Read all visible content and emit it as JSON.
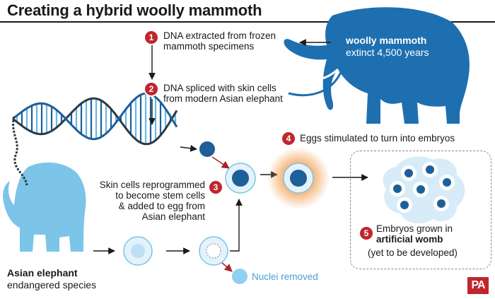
{
  "title": "Creating a hybrid woolly mammoth",
  "steps": {
    "s1": {
      "num": "1",
      "line1": "DNA extracted from frozen",
      "line2": "mammoth specimens"
    },
    "s2": {
      "num": "2",
      "line1": "DNA spliced with skin cells",
      "line2": "from modern Asian elephant"
    },
    "s3": {
      "num": "3",
      "line1": "Skin cells reprogrammed",
      "line2": "to become stem cells",
      "line3": "& added to egg from",
      "line4": "Asian elephant"
    },
    "s4": {
      "num": "4",
      "line1": "Eggs stimulated to turn into embryos"
    },
    "s5": {
      "num": "5",
      "line1": "Embryos grown in",
      "line2": "artificial womb",
      "line3": "(yet to be developed)"
    }
  },
  "mammoth": {
    "name": "woolly mammoth",
    "note": "extinct 4,500 years"
  },
  "elephant": {
    "name": "Asian elephant",
    "note": "endangered species"
  },
  "nuclei_removed": "Nuclei removed",
  "credit": "PA",
  "colors": {
    "animal_blue": "#1e6fb0",
    "elephant_blue": "#7cc4e8",
    "cell_light": "#e3f2fb",
    "nucleus_dark": "#1d5f99",
    "step_red": "#c0262d",
    "glow_orange": "#f2a052"
  }
}
